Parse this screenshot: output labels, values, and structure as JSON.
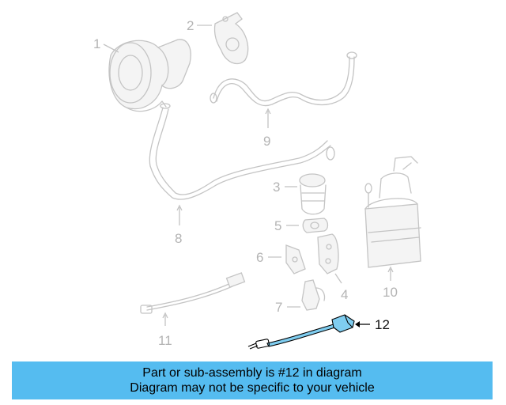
{
  "callouts": {
    "p1": "1",
    "p2": "2",
    "p3": "3",
    "p4": "4",
    "p5": "5",
    "p6": "6",
    "p7": "7",
    "p8": "8",
    "p9": "9",
    "p10": "10",
    "p11": "11",
    "p12": "12"
  },
  "highlighted_part": "12",
  "colors": {
    "banner": "#55bcf0",
    "highlight": "#7fcdf0",
    "inactive": "#c4c4c4"
  },
  "banner": {
    "line1": "Part or sub-assembly is #12 in diagram",
    "line2": "Diagram may not be specific to your vehicle"
  }
}
